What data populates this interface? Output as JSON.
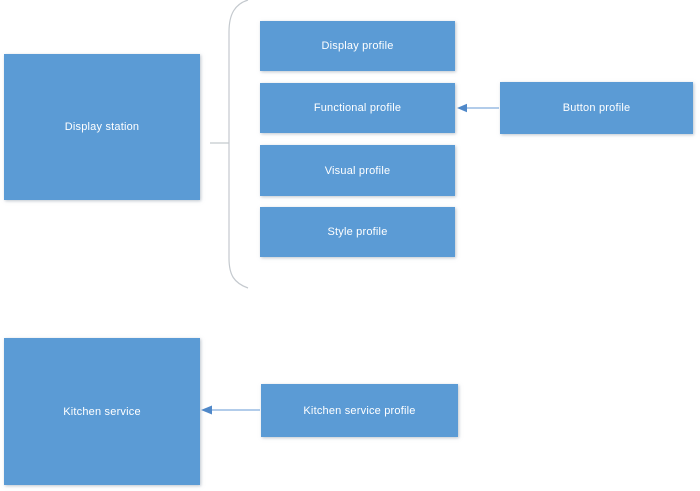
{
  "diagram": {
    "colors": {
      "canvas_bg": "#ffffff",
      "node_fill": "#5b9bd5",
      "node_text": "#ffffff",
      "connector_gray": "#c4c9ce",
      "connector_blue": "#84aede",
      "arrowhead_blue": "#4f88c9"
    },
    "nodes": [
      {
        "id": "display-station",
        "label": "Display station"
      },
      {
        "id": "display-profile",
        "label": "Display profile"
      },
      {
        "id": "functional-profile",
        "label": "Functional profile"
      },
      {
        "id": "visual-profile",
        "label": "Visual profile"
      },
      {
        "id": "style-profile",
        "label": "Style profile"
      },
      {
        "id": "button-profile",
        "label": "Button profile"
      },
      {
        "id": "kitchen-service",
        "label": "Kitchen service"
      },
      {
        "id": "kitchen-service-profile",
        "label": "Kitchen service profile"
      }
    ],
    "edges": [
      {
        "type": "brace-group",
        "from": "display-station",
        "to": [
          "display-profile",
          "functional-profile",
          "visual-profile",
          "style-profile"
        ]
      },
      {
        "type": "arrow",
        "from": "button-profile",
        "to": "functional-profile"
      },
      {
        "type": "arrow",
        "from": "kitchen-service-profile",
        "to": "kitchen-service"
      }
    ]
  }
}
